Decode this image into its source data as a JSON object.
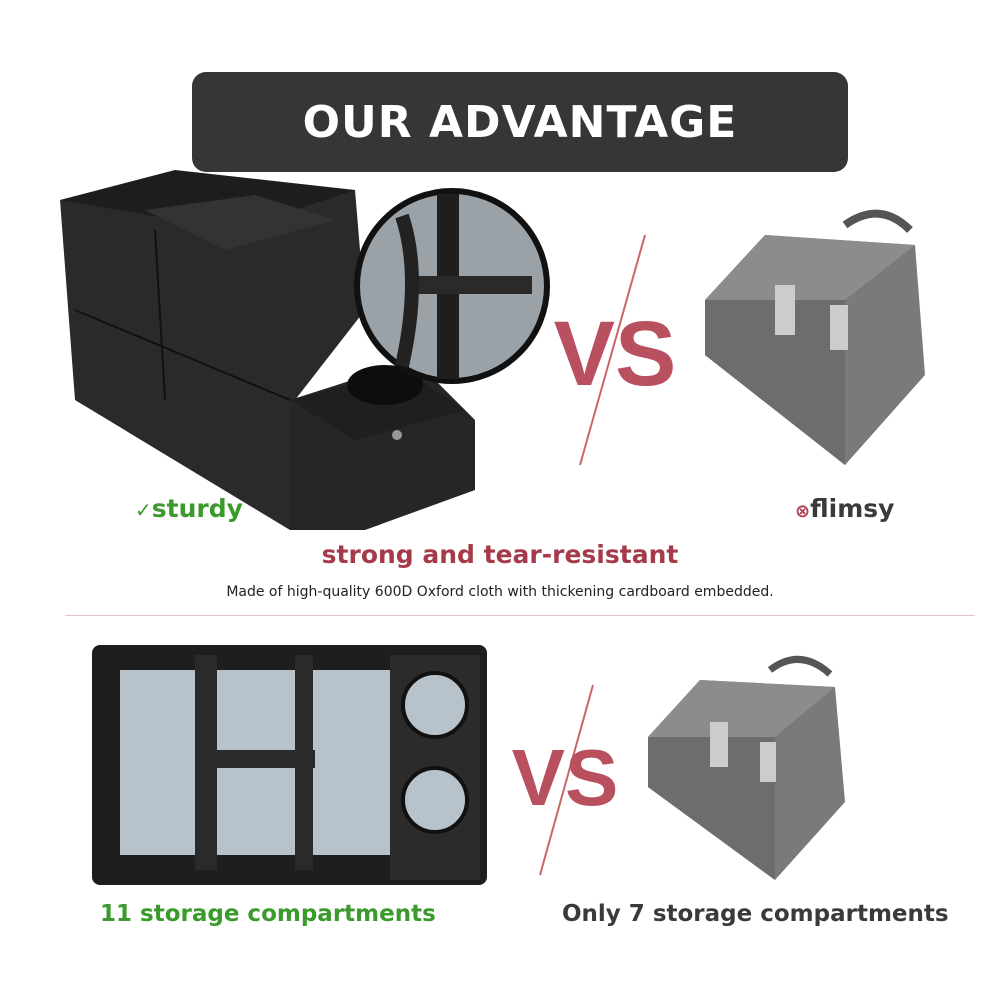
{
  "header": {
    "title": "OUR ADVANTAGE"
  },
  "comparison_1": {
    "vs_label": "VS",
    "left_label": "sturdy",
    "left_icon": "check-circle-icon",
    "right_label": "flimsy",
    "right_icon": "x-circle-icon",
    "heading": "strong and tear-resistant",
    "description": "Made of high-quality 600D Oxford cloth with thickening cardboard embedded."
  },
  "comparison_2": {
    "vs_label": "VS",
    "left_label": "11 storage compartments",
    "right_label": "Only 7 storage compartments"
  },
  "colors": {
    "green": "#3b9a2c",
    "red": "#a53a4a",
    "header_bg": "#363636"
  }
}
